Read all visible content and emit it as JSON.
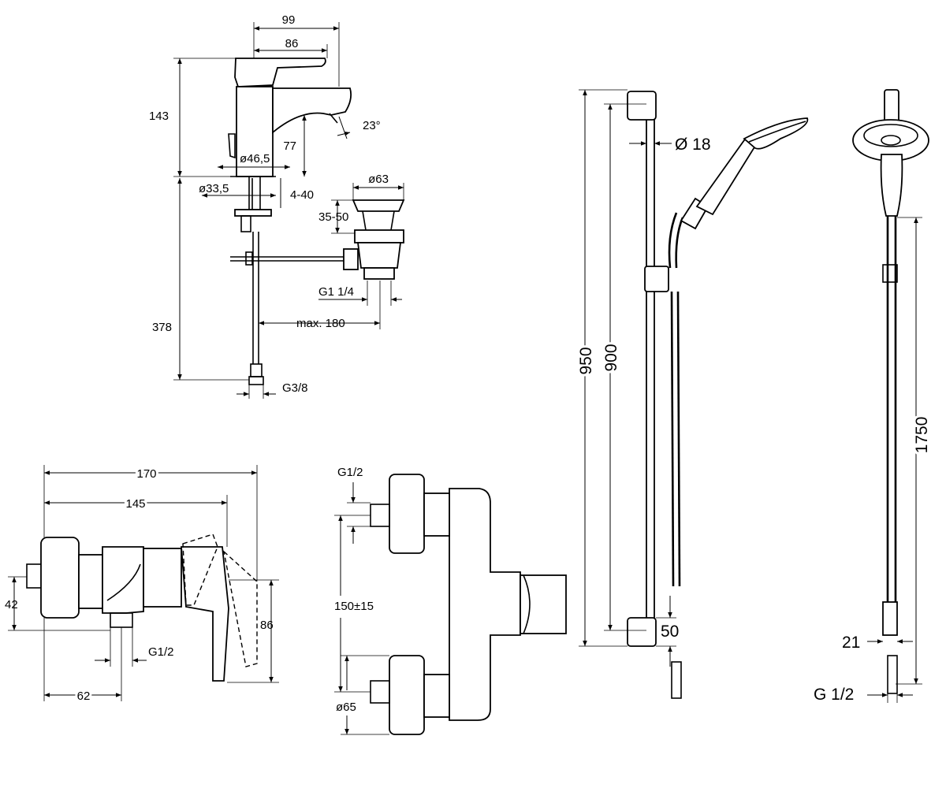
{
  "basin_mixer": {
    "dims": {
      "width_overall": "99",
      "width_spout": "86",
      "height_total": "143",
      "spout_height": "77",
      "angle": "23°",
      "body_diameter": "ø46,5",
      "hole_diameter": "ø33,5",
      "deck_thickness": "4-40",
      "waste_diameter": "ø63",
      "waste_range": "35-50",
      "waste_thread": "G1 1/4",
      "max_reach": "max. 180",
      "hose_length": "378",
      "hose_thread": "G3/8"
    }
  },
  "shower_mixer_side": {
    "dims": {
      "overall_width": "170",
      "lever_width": "145",
      "axis_height": "42",
      "total_height": "86",
      "outlet_thread": "G1/2",
      "outlet_offset": "62"
    }
  },
  "shower_mixer_front": {
    "dims": {
      "inlet_thread": "G1/2",
      "inlet_spacing": "150±15",
      "cover_diameter": "ø65"
    }
  },
  "shower_rail": {
    "dims": {
      "rail_length": "950",
      "fixing_distance": "900",
      "rail_diameter": "Ø 18",
      "bracket_height": "50"
    }
  },
  "shower_hose": {
    "dims": {
      "hose_length": "1750",
      "nut_width": "21",
      "thread": "G 1/2"
    }
  }
}
